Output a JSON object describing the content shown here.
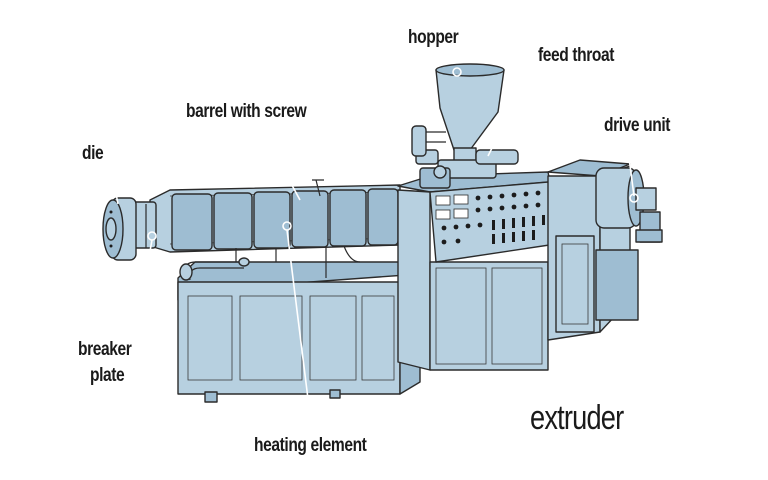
{
  "diagram": {
    "title": "extruder",
    "labels": {
      "hopper": "hopper",
      "feed_throat": "feed throat",
      "drive_unit": "drive unit",
      "barrel_with_screw": "barrel with screw",
      "die": "die",
      "breaker_plate_line1": "breaker",
      "breaker_plate_line2": "plate",
      "heating_element": "heating element"
    },
    "colors": {
      "machine_fill": "#b7d0e0",
      "machine_fill_dark": "#9ebdd2",
      "outline": "#2b2b2b",
      "panel_knob": "#1c1c1c"
    }
  }
}
